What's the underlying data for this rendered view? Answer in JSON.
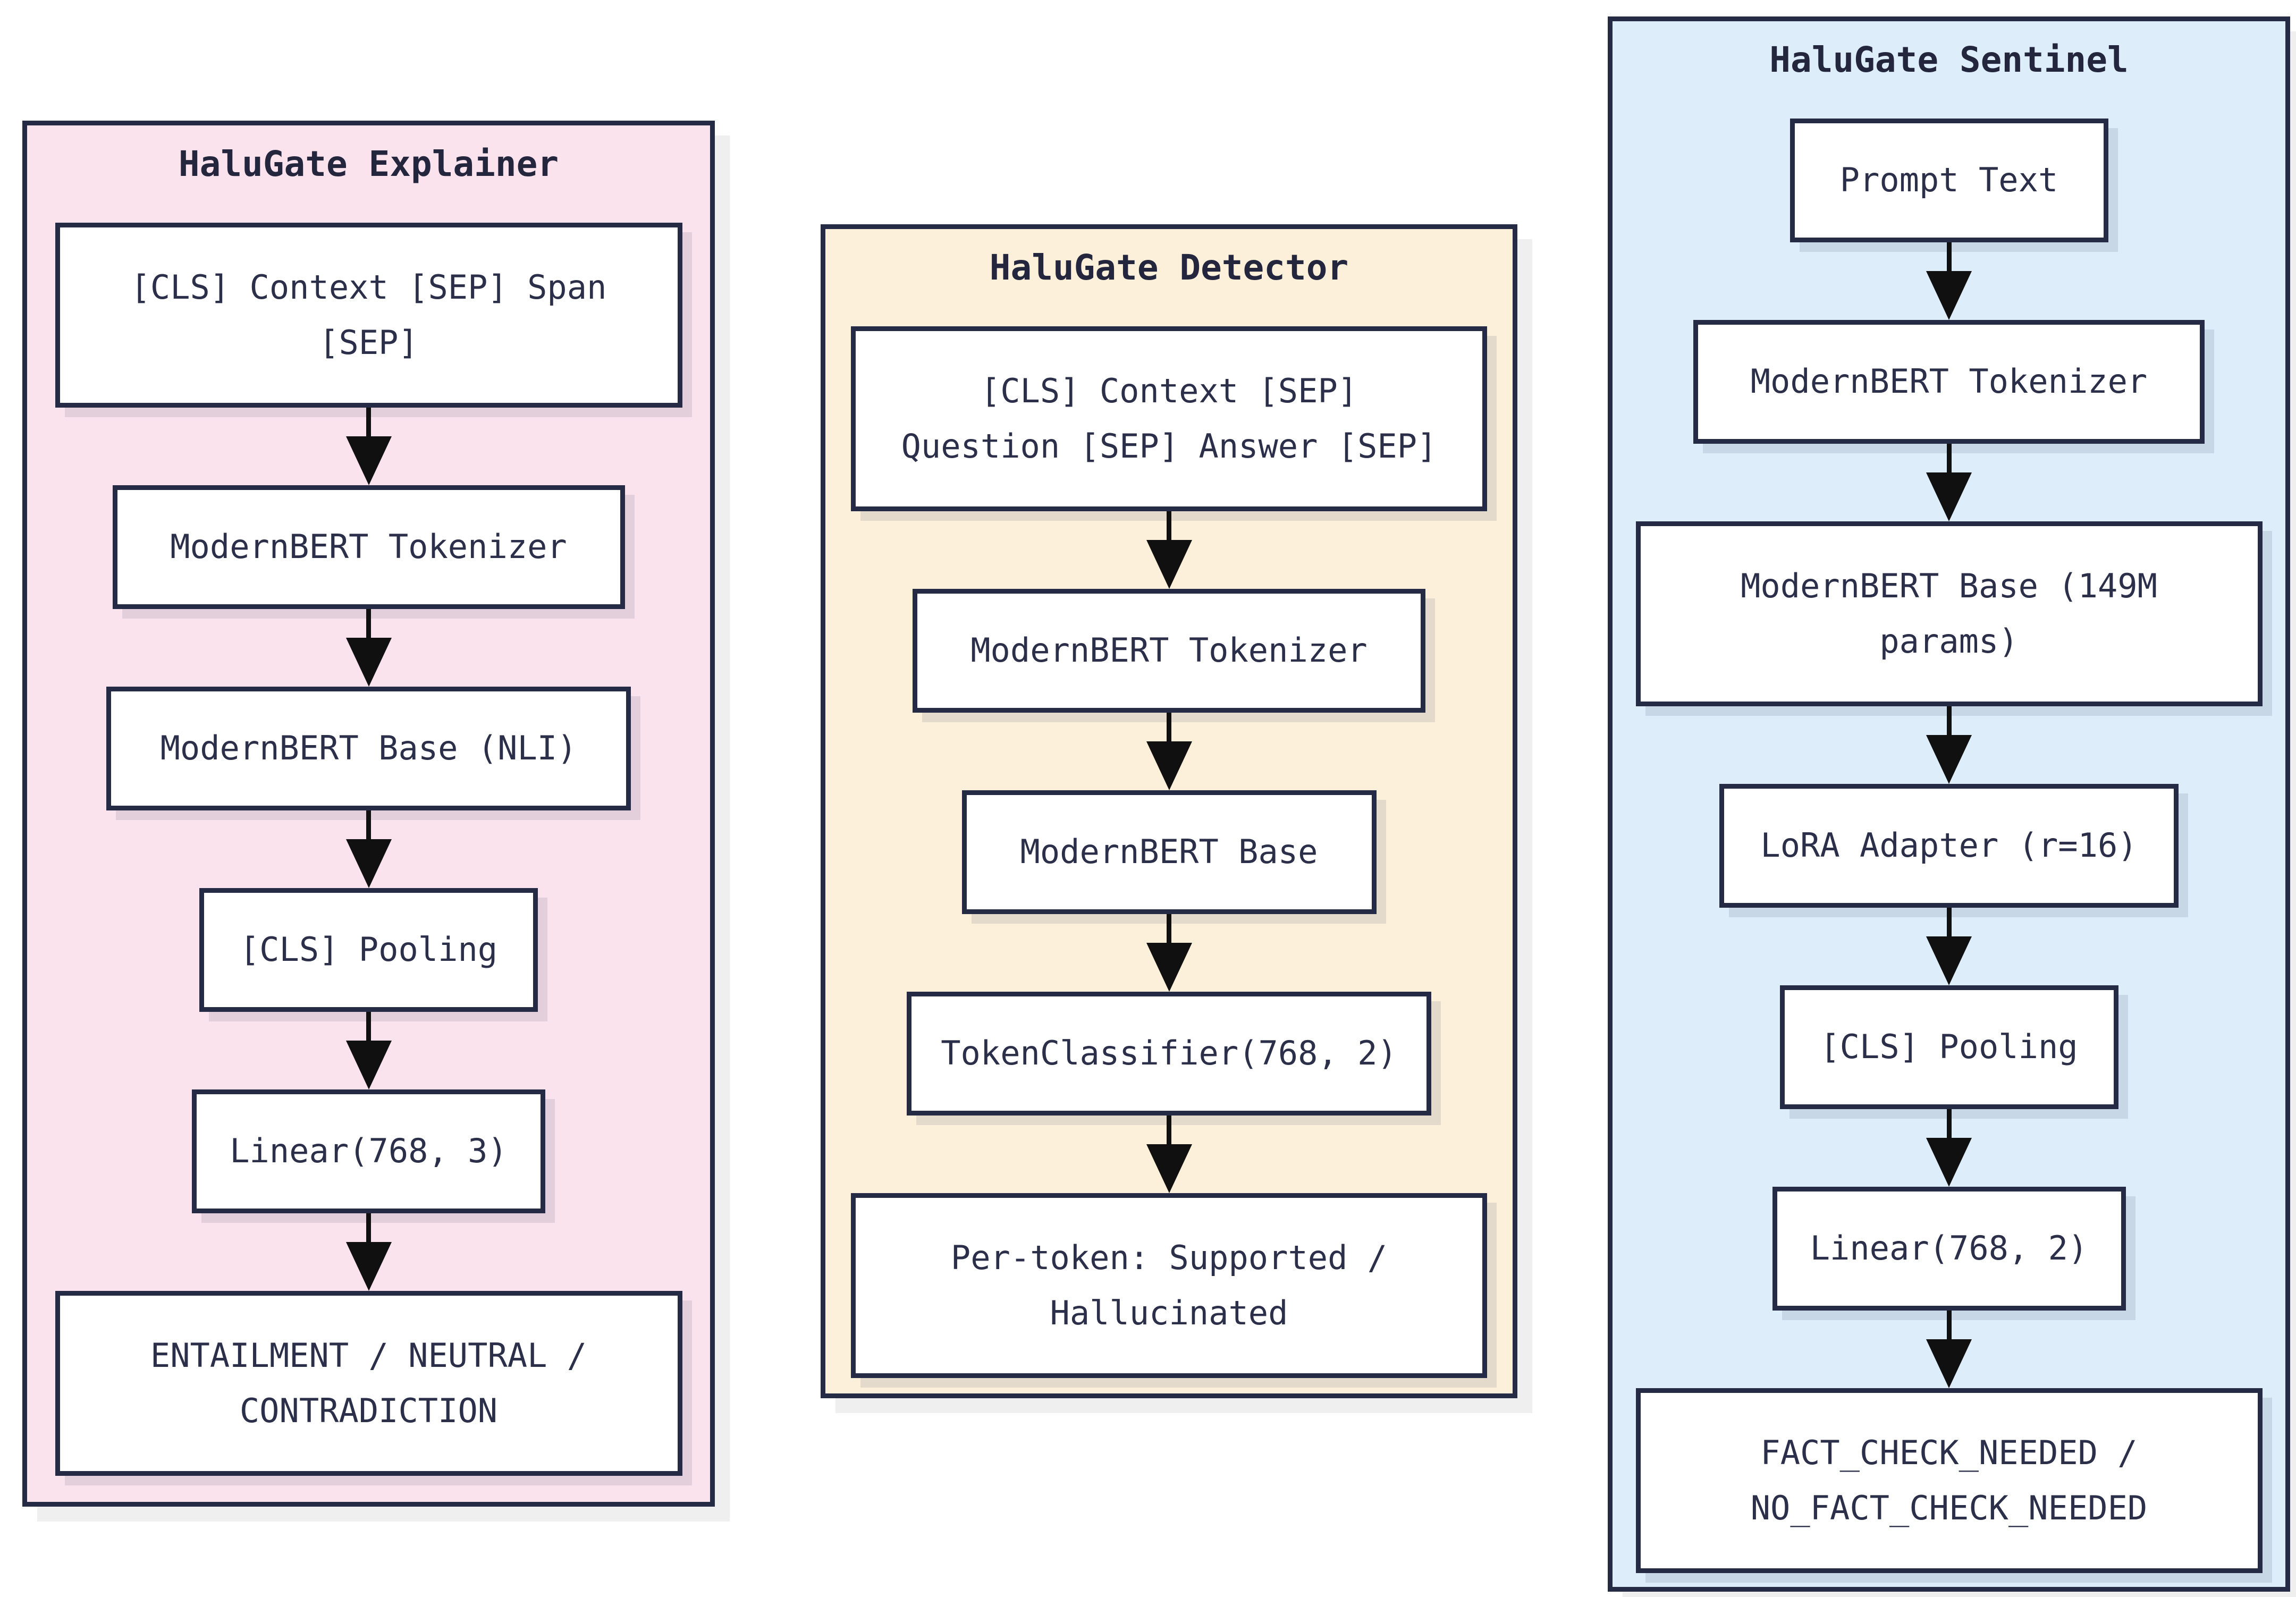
{
  "colors": {
    "page_bg": "#ffffff",
    "explainer_bg": "#fbe3ed",
    "detector_bg": "#fdf0da",
    "sentinel_bg": "#ddedfa",
    "outline": "#262b45",
    "node_bg": "#ffffff",
    "text": "#2c2f4a",
    "arrow": "#101010"
  },
  "panels": [
    {
      "title": "HaluGate Explainer",
      "nodes": [
        {
          "label": "[CLS] Context [SEP] Span\n[SEP]"
        },
        {
          "label": "ModernBERT Tokenizer"
        },
        {
          "label": "ModernBERT Base (NLI)"
        },
        {
          "label": "[CLS] Pooling"
        },
        {
          "label": "Linear(768, 3)"
        },
        {
          "label": "ENTAILMENT / NEUTRAL /\nCONTRADICTION"
        }
      ]
    },
    {
      "title": "HaluGate Detector",
      "nodes": [
        {
          "label": "[CLS] Context [SEP]\nQuestion [SEP] Answer [SEP]"
        },
        {
          "label": "ModernBERT Tokenizer"
        },
        {
          "label": "ModernBERT Base"
        },
        {
          "label": "TokenClassifier(768, 2)"
        },
        {
          "label": "Per-token: Supported /\nHallucinated"
        }
      ]
    },
    {
      "title": "HaluGate Sentinel",
      "nodes": [
        {
          "label": "Prompt Text"
        },
        {
          "label": "ModernBERT Tokenizer"
        },
        {
          "label": "ModernBERT Base (149M\nparams)"
        },
        {
          "label": "LoRA Adapter (r=16)"
        },
        {
          "label": "[CLS] Pooling"
        },
        {
          "label": "Linear(768, 2)"
        },
        {
          "label": "FACT_CHECK_NEEDED /\nNO_FACT_CHECK_NEEDED"
        }
      ]
    }
  ]
}
